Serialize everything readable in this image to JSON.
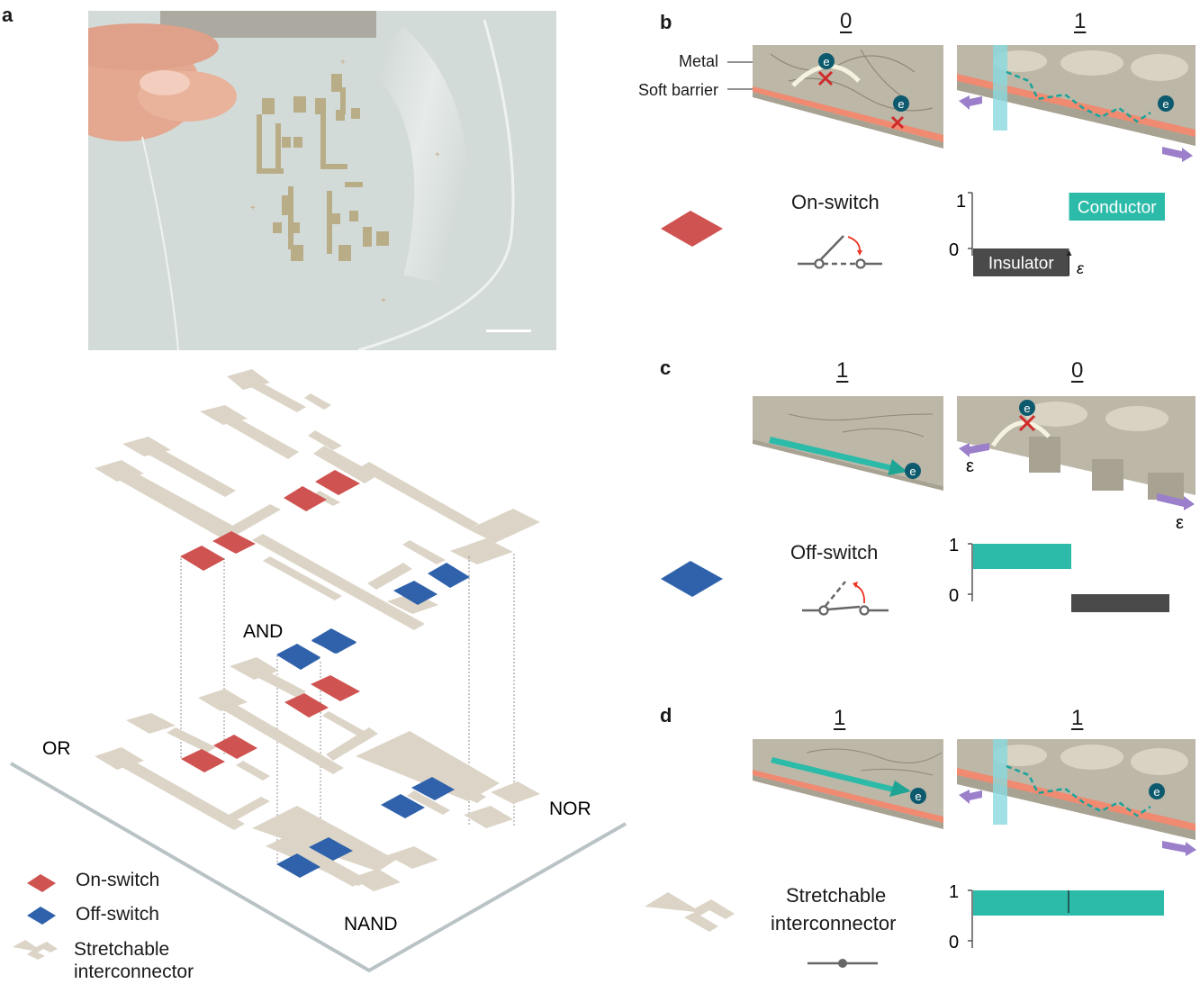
{
  "panels": {
    "a": {
      "label": "a",
      "photo_alt": "Flexible transparent film with gold logic-gate circuits held by fingers",
      "scale_bar": true,
      "gate_labels": {
        "and": "AND",
        "or": "OR",
        "nor": "NOR",
        "nand": "NAND"
      },
      "legend": [
        {
          "label": "On-switch",
          "icon": "red-diamond-icon",
          "color": "#cf5350"
        },
        {
          "label": "Off-switch",
          "icon": "blue-diamond-icon",
          "color": "#2f62ab"
        },
        {
          "label": "Stretchable interconnector",
          "icon": "interconnector-icon",
          "color": "#dcd5c7"
        }
      ]
    },
    "b": {
      "label": "b",
      "states": [
        "0",
        "1"
      ],
      "layer_labels": {
        "metal": "Metal",
        "barrier": "Soft barrier"
      },
      "electron": "e",
      "component": "On-switch",
      "chart": {
        "insulator": "Insulator",
        "conductor": "Conductor",
        "strain": "ε",
        "y_ticks": [
          "1",
          "0"
        ]
      }
    },
    "c": {
      "label": "c",
      "states": [
        "1",
        "0"
      ],
      "electron": "e",
      "strain": "ε",
      "component": "Off-switch",
      "chart": {
        "y_ticks": [
          "1",
          "0"
        ]
      }
    },
    "d": {
      "label": "d",
      "states": [
        "1",
        "1"
      ],
      "electron": "e",
      "component_line1": "Stretchable",
      "component_line2": "interconnector",
      "chart": {
        "y_ticks": [
          "1",
          "0"
        ]
      }
    }
  },
  "colors": {
    "on_switch": "#cf5350",
    "off_switch": "#2f62ab",
    "interconnector": "#dcd5c7",
    "conductor": "#2dbba9",
    "insulator": "#4a4a4a",
    "metal": "#bdb7a8",
    "barrier": "#f08a70",
    "strain_arrow": "#9b7fcb",
    "electron": "#0d5a6e"
  },
  "chart_data": [
    {
      "type": "bar",
      "title": "On-switch",
      "xlabel": "strain ε",
      "ylabel": "",
      "ylim": [
        0,
        1
      ],
      "series": [
        {
          "name": "Insulator",
          "x_range": [
            0,
            0.5
          ],
          "value": 0
        },
        {
          "name": "Conductor",
          "x_range": [
            0.5,
            1
          ],
          "value": 1
        }
      ]
    },
    {
      "type": "bar",
      "title": "Off-switch",
      "ylim": [
        0,
        1
      ],
      "series": [
        {
          "name": "Conductor",
          "x_range": [
            0,
            0.5
          ],
          "value": 1
        },
        {
          "name": "Insulator",
          "x_range": [
            0.5,
            1
          ],
          "value": 0
        }
      ]
    },
    {
      "type": "bar",
      "title": "Stretchable interconnector",
      "ylim": [
        0,
        1
      ],
      "series": [
        {
          "name": "Conductor",
          "x_range": [
            0,
            0.5
          ],
          "value": 1
        },
        {
          "name": "Conductor",
          "x_range": [
            0.5,
            1
          ],
          "value": 1
        }
      ]
    }
  ]
}
